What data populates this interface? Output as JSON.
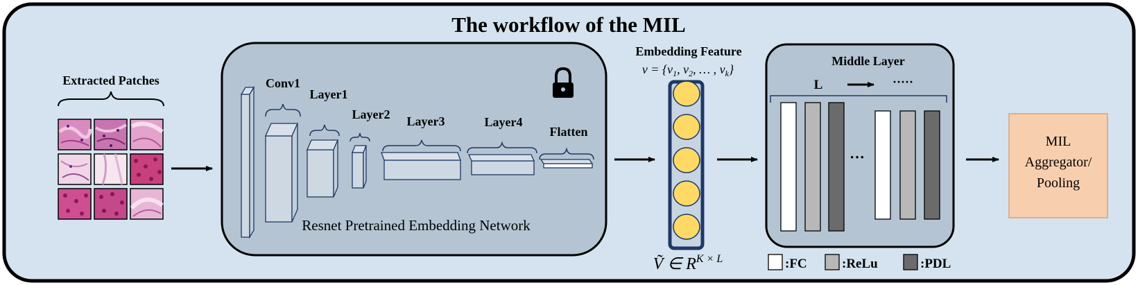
{
  "title": "The workflow of the MIL",
  "patches": {
    "label": "Extracted Patches"
  },
  "network": {
    "layer_labels": [
      "Conv1",
      "Layer1",
      "Layer2",
      "Layer3",
      "Layer4",
      "Flatten"
    ],
    "caption": "Resnet Pretrained Embedding Network",
    "lock_icon": "lock-icon"
  },
  "embedding": {
    "title": "Embedding Feature",
    "set_prefix": "v = {v",
    "sub1": "1",
    "sep1": ", v",
    "sub2": "2",
    "sep2": ", … , v",
    "subk": "k",
    "set_close": "}",
    "matrix_base": "Ṽ  ∈  R",
    "matrix_exp": "K  × L",
    "node_count_shown": 5
  },
  "middle": {
    "title": "Middle Layer",
    "l_label": "L",
    "more_dots": "·····",
    "ellipsis": "···"
  },
  "legend": [
    {
      "label": ":FC",
      "color": "#ffffff"
    },
    {
      "label": ":ReLu",
      "color": "#b8b8b8"
    },
    {
      "label": ":PDL",
      "color": "#6b6b6b"
    }
  ],
  "aggregator": {
    "line1": "MIL",
    "line2": "Aggregator/",
    "line3": "Pooling",
    "color": "#f8cfae"
  },
  "colors": {
    "background": "#d4e3ef",
    "panel": "#b4c4d2",
    "node": "#ffd966",
    "outline": "#1f3864"
  }
}
